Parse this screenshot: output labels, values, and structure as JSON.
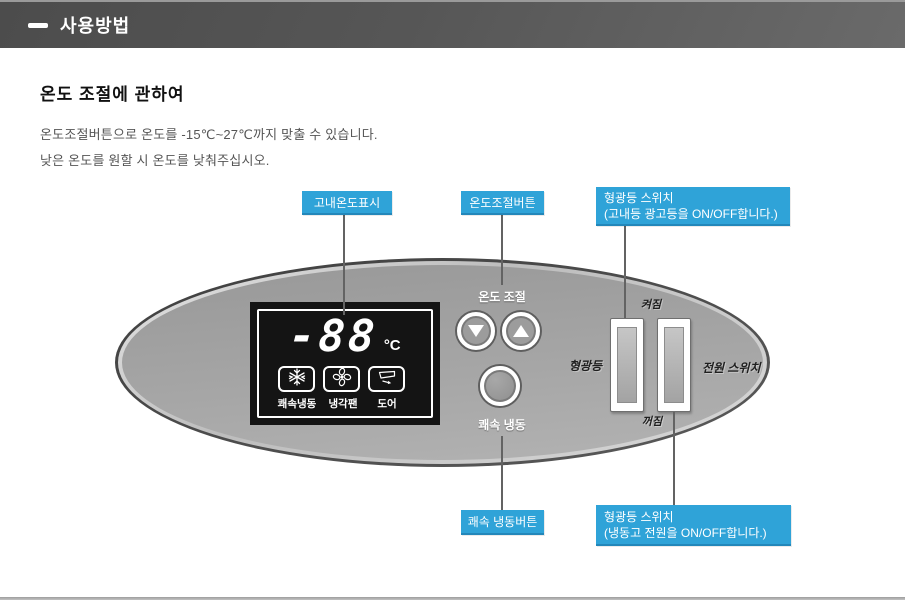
{
  "header": {
    "title": "사용방법"
  },
  "intro": {
    "title": "온도 조절에 관하여",
    "line1": "온도조절버튼으로 온도를 -15℃~27℃까지 맞출 수 있습니다.",
    "line2": "낮은 온도를 원할 시 온도를 낮춰주십시오."
  },
  "callouts": {
    "display_label": "고내온도표시",
    "temp_button_label": "온도조절버튼",
    "light_switch": {
      "line1": "형광등 스위치",
      "line2": "(고내등 광고등을 ON/OFF합니다.)"
    },
    "quick_freeze_label": "쾌속 냉동버튼",
    "power_switch": {
      "line1": "형광등 스위치",
      "line2": "(냉동고 전원을 ON/OFF합니다.)"
    }
  },
  "panel": {
    "display": {
      "value": "-88",
      "unit": "°C"
    },
    "display_icons": [
      {
        "icon": "snowflake-icon",
        "label": "쾌속냉동"
      },
      {
        "icon": "fan-icon",
        "label": "냉각팬"
      },
      {
        "icon": "door-icon",
        "label": "도어"
      }
    ],
    "temp_control_label": "온도 조절",
    "quick_freeze_label": "쾌속 냉동",
    "switch_on_label": "켜짐",
    "switch_off_label": "꺼짐",
    "fluorescent_label": "형광등",
    "power_label": "전원 스위치"
  },
  "colors": {
    "accent_blue": "#2fa3d8",
    "leader_gray": "#636363"
  }
}
